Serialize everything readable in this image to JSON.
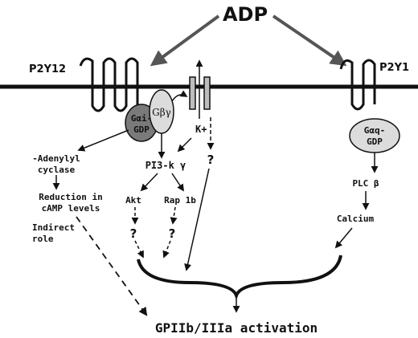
{
  "ligand": "ADP",
  "receptors": {
    "left": "P2Y12",
    "right": "P2Y1"
  },
  "g_alpha_i": {
    "line1": "Gαi-",
    "line2": "GDP"
  },
  "g_beta_gamma": "Gβγ",
  "g_alpha_q": {
    "line1": "Gαq-",
    "line2": "GDP"
  },
  "potassium": "K+",
  "adenylyl": {
    "line1": "-Adenylyl",
    "line2": "cyclase"
  },
  "camp": {
    "line1": "Reduction in",
    "line2": "cAMP levels"
  },
  "indirect": {
    "line1": "Indirect",
    "line2": "role"
  },
  "pi3k": "PI3-k γ",
  "akt": "Akt",
  "rap1b": "Rap 1b",
  "unknown": "?",
  "plc": "PLC β",
  "calcium": "Calcium",
  "output": "GPIIb/IIIa activation",
  "colors": {
    "ink": "#111111",
    "arrow_gray": "#555555",
    "g_alpha_i_fill": "#7a7a7a",
    "g_light_fill": "#dcdcdc",
    "channel_fill": "#bdbdbd"
  }
}
